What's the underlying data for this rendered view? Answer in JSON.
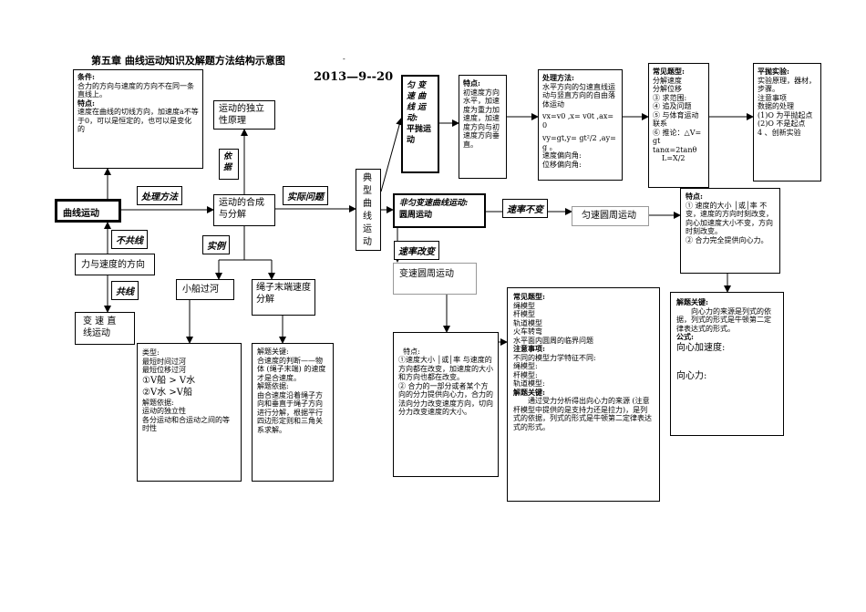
{
  "header": {
    "title": "第五章   曲线运动知识及解题方法结构示意图",
    "date": "2013—9--20",
    "dash": "-"
  },
  "left": {
    "cond_title": "条件:",
    "cond_text": "合力的方向与速度的方向不在同一条直线上。",
    "feat_title": "特点:",
    "feat_text": "速度在曲线的切线方向，加速度a不等于0，可以是恒定的，也可以是变化的",
    "curve_motion": "曲线运动",
    "force_vel_dir": "力与速度的方向",
    "not_collinear": "不共线",
    "collinear": "共线",
    "variable_linear": "变 速 直 线运动",
    "process_method": "处理方法",
    "basis": "依据",
    "independence": "运动的独立性原理",
    "synthesis": "运动的合成与分解",
    "actual_problem": "实际问题",
    "example": "实例",
    "boat": "小船过河",
    "rope": "绳子末端速度分解",
    "boat_detail": [
      "类型:",
      "最短时间过河",
      "最短位移过河",
      "①V船 > V水",
      "②V水 >V船",
      "解题依据:",
      "运动的独立性",
      "各分运动和合运动之间的等时性"
    ],
    "rope_detail_1": "解题关键:",
    "rope_detail_2": "合速度的判断——物体 (绳子末端) 的速度才是合速度。",
    "rope_detail_3": "解题依据:",
    "rope_detail_4": "由合速度沿着绳子方向和垂直于绳子方向进行分解，根据平行四边形定则和三角关系求解。"
  },
  "typical": "典型曲线运动",
  "projectile": {
    "label_1": "匀 变 速 曲 线 运 动:",
    "label_2": "平抛运动",
    "feat_title": "特点:",
    "feat_text": "初速度方向水平，加速度为重力加速度，加速度方向与初速度方向垂直。",
    "method_title": "处理方法:",
    "method_text": "水平方向的匀速直线运动与竖直方向的自由落体运动",
    "eq1": "vx=v0 ,x= v0t ,ax=0",
    "eq2": "vy=gt,y= gt²/2 ,ay=g 。",
    "eq3": "速度偏向角:",
    "eq4": "位移偏向角:",
    "common_title": "常见题型:",
    "common_items": [
      "分解速度",
      "分解位移",
      "③    求范围:",
      "④    追及问题",
      "⑤    与体育运动联系",
      "⑥ 推论：△V=gt",
      "tanα=2tanθ",
      "L=X/2"
    ],
    "exp_title": "平抛实验:",
    "exp_items": [
      "实验原理，器材，步骤。",
      "注意事项",
      "数据的处理",
      "(1)O 为平抛起点",
      "(2)O 不是起点",
      "4 、创新实验"
    ]
  },
  "circular": {
    "label_1": "非匀变速曲线运动:",
    "label_2": "圆周运动",
    "speed_constant": "速率不变",
    "uniform": "匀速圆周运动",
    "uniform_feat_title": "特点:",
    "uniform_feat": [
      "① 速度的大小 │或│率 不变，速度的方向时刻改变，向心加速度大小不变，方向时刻改变。",
      "② 合力完全提供向心力。"
    ],
    "speed_change": "速率改变",
    "variable": "变速圆周运动",
    "var_feat": "特点:\n①速度大小 │或│率 与速度的方向都在改变，加速度的大小和方向也都在改变。\n② 合力的一部分或者某个方向的分力提供向心力，合力的法向分力改变速度方向，切向分力改变速度的大小。",
    "common_title": "常见题型:",
    "common_items": [
      "绳模型",
      "杆模型",
      "轨道模型",
      "火车转弯",
      "水平面内圆周的临界问题"
    ],
    "note_title": "注意事项:",
    "note_items": [
      "不同的模型力学特征不同:",
      "绳模型:",
      "杆模型:",
      "轨道模型:"
    ],
    "key_title": "解题关键:",
    "key_text": "通过受力分析得出向心力的来源 (注意杆模型中提供的是支持力还是拉力)，是列式的依据，列式的形式是牛顿第二定律表达式的形式。",
    "right_key_title": "解题关键:",
    "right_key_text": "向心力的来源是列式的依据，列式的形式是牛顿第二定律表达式的形式。",
    "formula_title": "公式:",
    "centripetal_acc": "向心加速度:",
    "centripetal_force": "向心力:"
  }
}
